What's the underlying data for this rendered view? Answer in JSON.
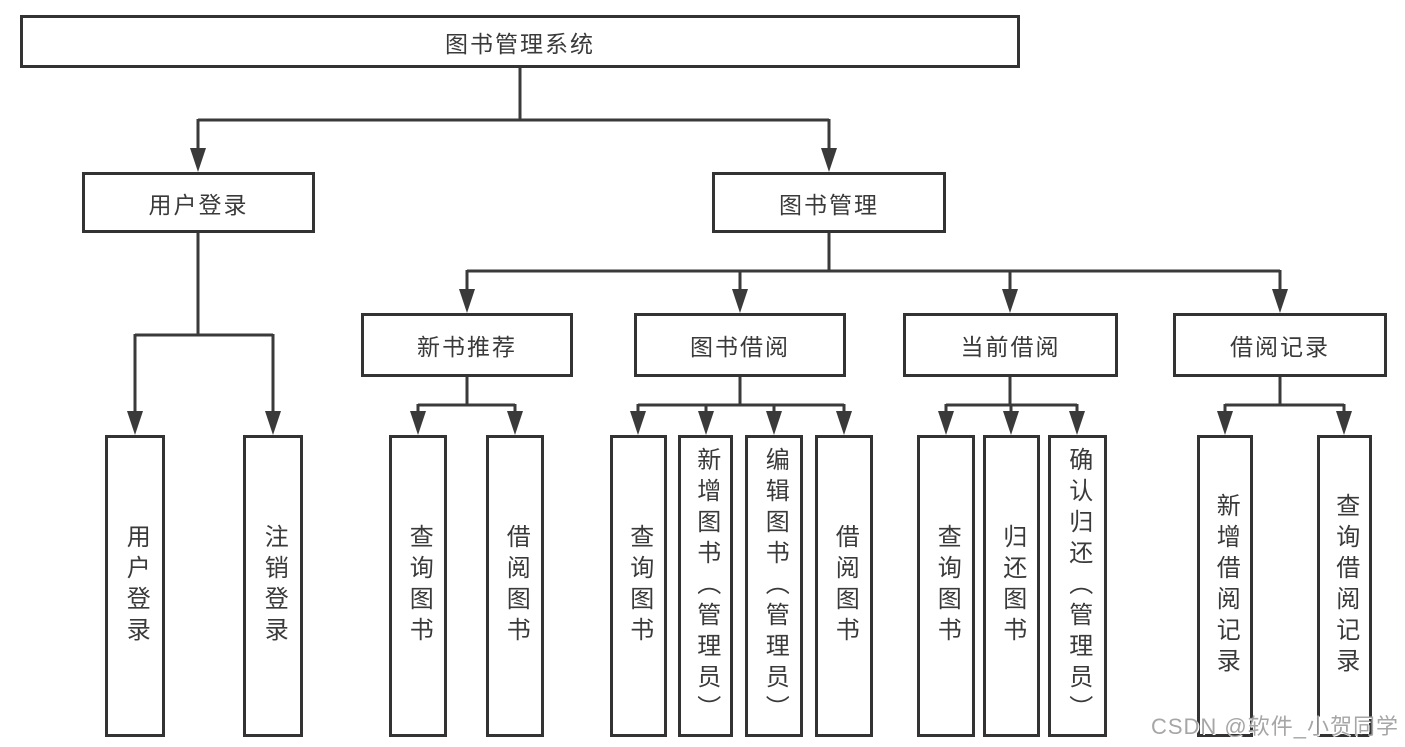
{
  "colors": {
    "box_border": "#333333",
    "text": "#3a3a3a",
    "connector": "#3a3a3a",
    "watermark_text": "#a6a6a6",
    "background": "#ffffff"
  },
  "tree": {
    "root": "图书管理系统",
    "groups": [
      {
        "label": "用户登录",
        "children": [
          "用户登录",
          "注销登录"
        ]
      },
      {
        "label": "图书管理",
        "subgroups": [
          {
            "label": "新书推荐",
            "children": [
              "查询图书",
              "借阅图书"
            ]
          },
          {
            "label": "图书借阅",
            "children": [
              "查询图书",
              "新增图书（管理员）",
              "编辑图书（管理员）",
              "借阅图书"
            ]
          },
          {
            "label": "当前借阅",
            "children": [
              "查询图书",
              "归还图书",
              "确认归还（管理员）"
            ]
          },
          {
            "label": "借阅记录",
            "children": [
              "新增借阅记录",
              "查询借阅记录"
            ]
          }
        ]
      }
    ]
  },
  "watermark": "CSDN @软件_小贺同学"
}
